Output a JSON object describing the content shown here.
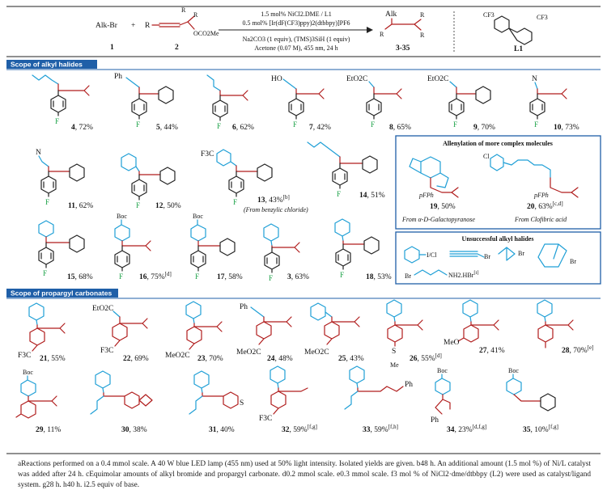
{
  "scheme": {
    "reactant1_label": "Alk-Br",
    "reactant1_num": "1",
    "plus": "+",
    "reactant2_num": "2",
    "reactant2_subs": {
      "r1": "R",
      "r2": "R",
      "r3": "R",
      "oco2me": "OCO2Me"
    },
    "conditions": [
      "1.5 mol% NiCl2.DME / L1",
      "0.5 mol% [Ir(dF(CF3)ppy)2(dtbbpy)]PF6",
      "Na2CO3 (1 equiv), (TMS)3SiH (1 equiv)",
      "Acetone (0.07 M), 455 nm, 24 h"
    ],
    "product_label": "Alk",
    "product_range": "3-35",
    "ligand_label": "L1",
    "ligand_cf3": "CF3"
  },
  "sections": {
    "alkyl_halides": "Scope of alkyl halides",
    "propargyl": "Scope of propargyl carbonates"
  },
  "row1": [
    {
      "num": "4",
      "yield": ", 72%"
    },
    {
      "num": "5",
      "yield": ", 44%",
      "sub": "Ph"
    },
    {
      "num": "6",
      "yield": ", 62%"
    },
    {
      "num": "7",
      "yield": ", 42%",
      "sub": "HO"
    },
    {
      "num": "8",
      "yield": ", 65%",
      "sub": "EtO2C"
    },
    {
      "num": "9",
      "yield": ", 70%",
      "sub": "EtO2C"
    },
    {
      "num": "10",
      "yield": ", 73%",
      "sub": "N"
    }
  ],
  "row2": [
    {
      "num": "11",
      "yield": ", 62%",
      "sub": "N"
    },
    {
      "num": "12",
      "yield": ", 50%"
    },
    {
      "num": "13",
      "yield": ", 43%",
      "note": "[b]",
      "sub": "F3C",
      "extra": "(From benzylic chloride)"
    },
    {
      "num": "14",
      "yield": ", 51%"
    }
  ],
  "complex_box": {
    "title": "Allenylation of more complex molecules",
    "items": [
      {
        "num": "19",
        "yield": ", 50%",
        "source": "From α-D-Galactopyranose",
        "aryl": "pFPh"
      },
      {
        "num": "20",
        "yield": ", 63%",
        "note": "[c,d]",
        "source": "From Clofibric acid",
        "aryl": "pFPh",
        "cl": "Cl"
      }
    ]
  },
  "row3": [
    {
      "num": "15",
      "yield": ", 68%"
    },
    {
      "num": "16",
      "yield": ", 75%",
      "note": "[d]",
      "sub": "Boc"
    },
    {
      "num": "17",
      "yield": ", 58%",
      "sub": "Boc"
    },
    {
      "num": "3",
      "yield": ", 63%"
    },
    {
      "num": "18",
      "yield": ", 53%"
    }
  ],
  "unsuccessful_box": {
    "title": "Unsuccessful alkyl halides",
    "items": [
      "I/Cl",
      "Br",
      "Br",
      "Br",
      "Br",
      "NH2.HBr",
      "[i]"
    ]
  },
  "row4": [
    {
      "num": "21",
      "yield": ", 55%",
      "sub": "F3C"
    },
    {
      "num": "22",
      "yield": ", 69%",
      "sub": "F3C",
      "top": "EtO2C"
    },
    {
      "num": "23",
      "yield": ", 70%",
      "sub": "MeO2C"
    },
    {
      "num": "24",
      "yield": ", 48%",
      "sub": "MeO2C",
      "top": "Ph"
    },
    {
      "num": "25",
      "yield": ", 43%",
      "sub": "MeO2C"
    },
    {
      "num": "26",
      "yield": ", 55%",
      "note": "[d]",
      "sub": "Me",
      "so2": "S"
    },
    {
      "num": "27",
      "yield": ", 41%",
      "sub": "MeO"
    },
    {
      "num": "28",
      "yield": ", 70%",
      "note": "[e]"
    }
  ],
  "row5": [
    {
      "num": "29",
      "yield": ", 11%",
      "sub": "Boc"
    },
    {
      "num": "30",
      "yield": ", 38%"
    },
    {
      "num": "31",
      "yield": ", 40%",
      "sub": "S"
    },
    {
      "num": "32",
      "yield": ", 59%",
      "note": "[f,g]",
      "sub": "F3C"
    },
    {
      "num": "33",
      "yield": ", 59%",
      "note": "[f,h]",
      "sub": "Ph"
    },
    {
      "num": "34",
      "yield": ", 23%",
      "note": "[d,f,g]",
      "sub": "Boc",
      "sub2": "Ph"
    },
    {
      "num": "35",
      "yield": ", 10%",
      "note": "[f,g]",
      "sub": "Boc"
    }
  ],
  "fluorine": "F",
  "footnote": "aReactions performed on a 0.4 mmol scale. A 40 W blue LED lamp (455 nm) used at 50% light intensity. Isolated yields are given. b48 h. An additional amount (1.5 mol %) of Ni/L catalyst was added after 24 h. cEquimolar amounts of alkyl bromide and propargyl carbonate. d0.2 mmol scale. e0.3 mmol scale. f3 mol % of NiCl2·dme/dtbbpy (L2) were used as catalyst/ligand system. g28 h. h40 h. i2.5 equiv of base."
}
